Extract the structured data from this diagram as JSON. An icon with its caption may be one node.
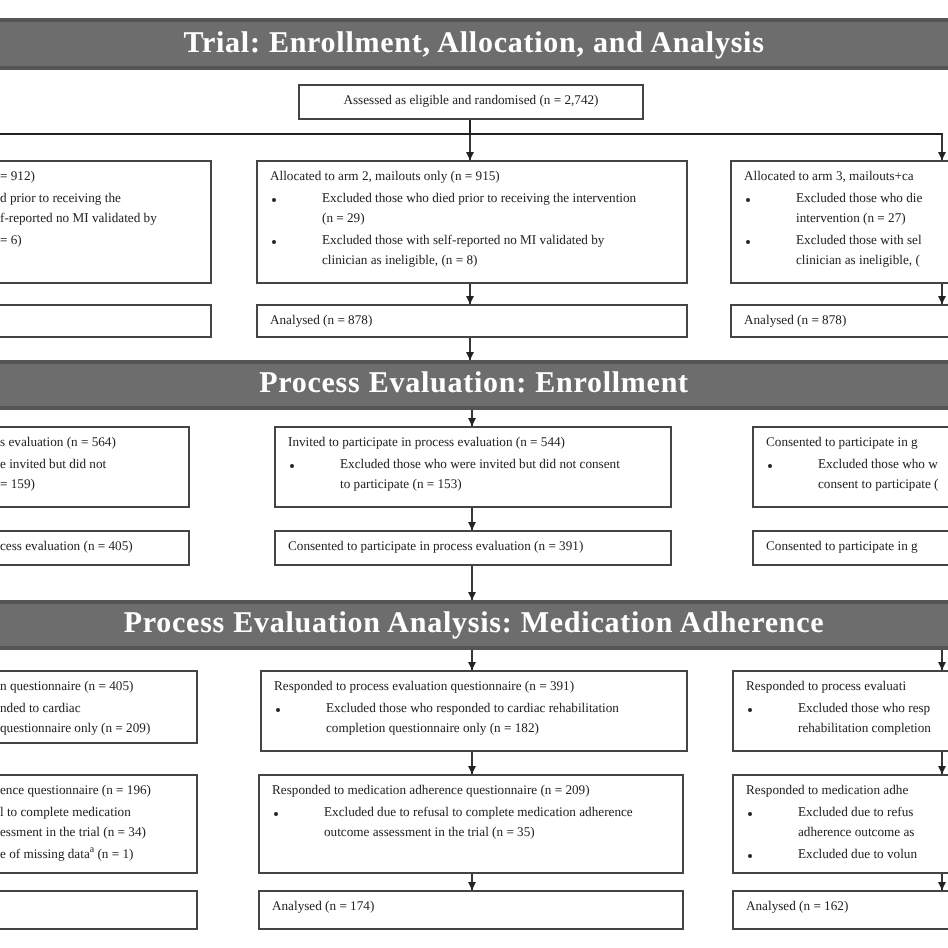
{
  "diagram": {
    "nodes": [
      {
        "text": [
          "Trial: Enrollment, Allocation, and Analysis"
        ]
      },
      {
        "text": [
          "Assessed as eligible and randomised (n = 2,742)"
        ]
      },
      {
        "text": [
          "= 912)",
          "d prior to receiving the",
          "f-reported no MI validated by",
          "= 6)"
        ]
      },
      {
        "text": [
          "Allocated to arm 2, mailouts only (n = 915)",
          "Excluded those who died prior to receiving the intervention (n = 29)",
          "Excluded those with self-reported no MI validated by clinician as ineligible, (n = 8)"
        ]
      },
      {
        "text": [
          "Allocated to arm 3, mailouts+ca",
          "Excluded those who die",
          "intervention (n = 27)",
          "Excluded those with sel",
          "clinician as ineligible, ("
        ]
      },
      {
        "text": [],
        "shape": "box"
      },
      {
        "text": [
          "Analysed (n = 878)"
        ]
      },
      {
        "text": [
          "Analysed (n = 878)"
        ]
      },
      {
        "text": [
          "Process Evaluation: Enrollment"
        ]
      },
      {
        "text": [
          "s evaluation (n = 564)",
          "e invited but did not",
          "= 159)"
        ]
      },
      {
        "text": [
          "Invited to participate in process evaluation (n = 544)",
          "Excluded those who were invited but did not consent to participate (n = 153)"
        ]
      },
      {
        "text": [
          "Consented to participate in g",
          "Excluded those who w",
          "consent to participate ("
        ]
      },
      {
        "text": [
          "cess evaluation (n = 405)"
        ]
      },
      {
        "text": [
          "Consented to participate in process evaluation (n = 391)"
        ]
      },
      {
        "text": [
          "Consented to participate in g"
        ]
      },
      {
        "text": [
          "Process Evaluation Analysis: Medication Adherence"
        ]
      },
      {
        "text": [
          "n questionnaire (n = 405)",
          "nded to cardiac",
          "questionnaire only (n = 209)"
        ]
      },
      {
        "text": [
          "Responded to process evaluation questionnaire (n = 391)",
          "Excluded those who responded to cardiac rehabilitation completion questionnaire only (n = 182)"
        ]
      },
      {
        "text": [
          "Responded to process evaluati",
          "Excluded those who resp",
          "rehabilitation completion"
        ]
      },
      {
        "text": [
          "ence questionnaire (n = 196)",
          "l to complete medication",
          "essment in the trial (n = 34)",
          "e of missing data$^{a}$  (n = 1)"
        ]
      },
      {
        "text": [
          "Responded to medication adherence questionnaire (n = 209)",
          "Excluded due to refusal to complete medication adherence outcome assessment in the trial (n = 35)"
        ]
      },
      {
        "text": [
          "Responded to medication adhe",
          "Excluded due to refus",
          "adherence outcome as",
          "Excluded due to volun"
        ]
      },
      {
        "text": [],
        "shape": "box"
      },
      {
        "text": [
          "Analysed (n = 174)"
        ]
      },
      {
        "text": [
          "Analysed (n = 162)"
        ]
      }
    ],
    "edges": [
      {
        "from": 1,
        "to": null,
        "arrow": "none"
      },
      {
        "from": 1,
        "to": 3,
        "arrow": "to"
      },
      {
        "from": 1,
        "to": 4,
        "arrow": "to"
      },
      {
        "from": 3,
        "to": 6,
        "arrow": "to"
      },
      {
        "from": 4,
        "to": 7,
        "arrow": "to"
      },
      {
        "from": 6,
        "to": 8,
        "arrow": "to"
      },
      {
        "from": 8,
        "to": 10,
        "arrow": "to"
      },
      {
        "from": 10,
        "to": 13,
        "arrow": "to"
      },
      {
        "from": 13,
        "to": 15,
        "arrow": "to"
      },
      {
        "from": 15,
        "to": 17,
        "arrow": "to"
      },
      {
        "from": 15,
        "to": 18,
        "arrow": "to"
      },
      {
        "from": 17,
        "to": 20,
        "arrow": "to"
      },
      {
        "from": 18,
        "to": 21,
        "arrow": "to"
      },
      {
        "from": 20,
        "to": 23,
        "arrow": "to"
      },
      {
        "from": 21,
        "to": 24,
        "arrow": "to"
      }
    ]
  }
}
